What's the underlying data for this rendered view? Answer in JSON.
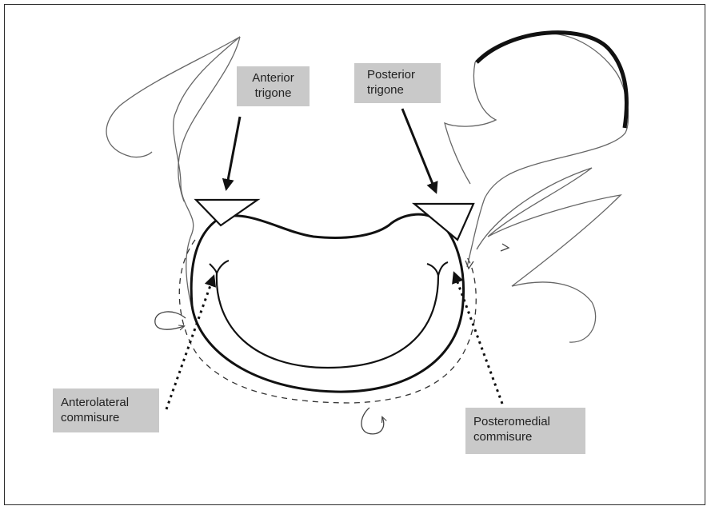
{
  "labels": {
    "anterior_trigone": [
      "Anterior",
      "trigone"
    ],
    "posterior_trigone": [
      "Posterior",
      "trigone"
    ],
    "anterolateral_commissure": [
      "Anterolateral",
      "commisure"
    ],
    "posteromedial_commissure": [
      "Posteromedial",
      "commisure"
    ]
  },
  "colors": {
    "label_background": "#c9c9c9",
    "line": "#1a1a1a",
    "thin_line": "#555555"
  }
}
